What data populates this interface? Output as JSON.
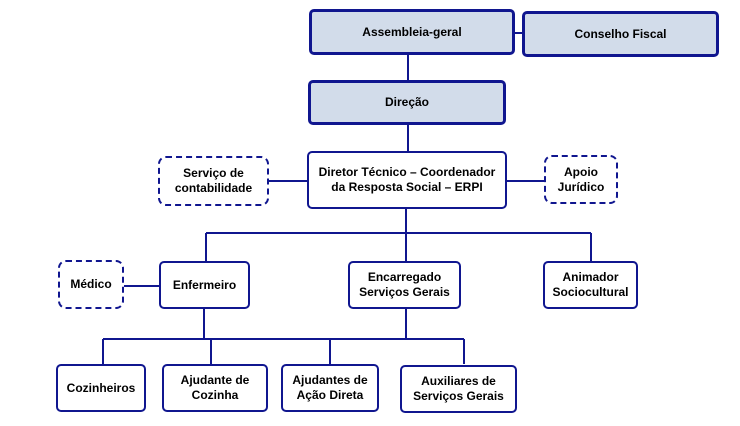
{
  "colors": {
    "border": "#10168f",
    "line": "#10168f",
    "header_fill": "#d2dcea",
    "box_fill": "#ffffff",
    "text": "#000000"
  },
  "nodes": {
    "assembleia": "Assembleia-geral",
    "conselho_fiscal": "Conselho Fiscal",
    "direcao": "Direção",
    "diretor_tecnico": "Diretor Técnico – Coordenador\nda Resposta Social – ERPI",
    "servico_contabilidade": "Serviço de\ncontabilidade",
    "apoio_juridico": "Apoio\nJurídico",
    "enfermeiro": "Enfermeiro",
    "medico": "Médico",
    "encarregado": "Encarregado\nServiços Gerais",
    "animador": "Animador\nSociocultural",
    "cozinheiros": "Cozinheiros",
    "ajudante_cozinha": "Ajudante de\nCozinha",
    "ajudantes_acao": "Ajudantes de\nAção Direta",
    "auxiliares": "Auxiliares de\nServiços Gerais"
  }
}
